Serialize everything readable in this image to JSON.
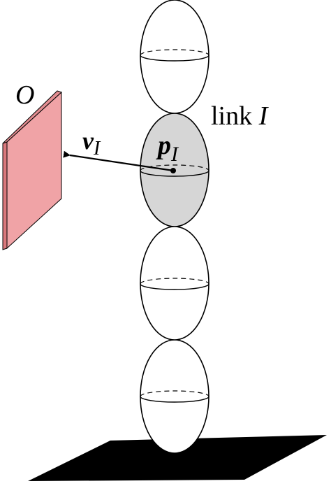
{
  "labels": {
    "obstacle": "O",
    "link_prefix": "link ",
    "link_index": "I",
    "velocity_symbol": "v",
    "velocity_subscript": "I",
    "position_symbol": "p",
    "position_subscript": "I"
  },
  "colors": {
    "obstacle_front": "#f0a3a6",
    "obstacle_side": "#d9787c",
    "highlight_link": "#d6d6d6",
    "link_fill": "#ffffff",
    "stroke": "#000000",
    "ground_shadow": "#000000"
  },
  "links": [
    {
      "id": "link-1",
      "highlighted": false
    },
    {
      "id": "link-I",
      "highlighted": true
    },
    {
      "id": "link-3",
      "highlighted": false
    },
    {
      "id": "link-4",
      "highlighted": false
    }
  ]
}
